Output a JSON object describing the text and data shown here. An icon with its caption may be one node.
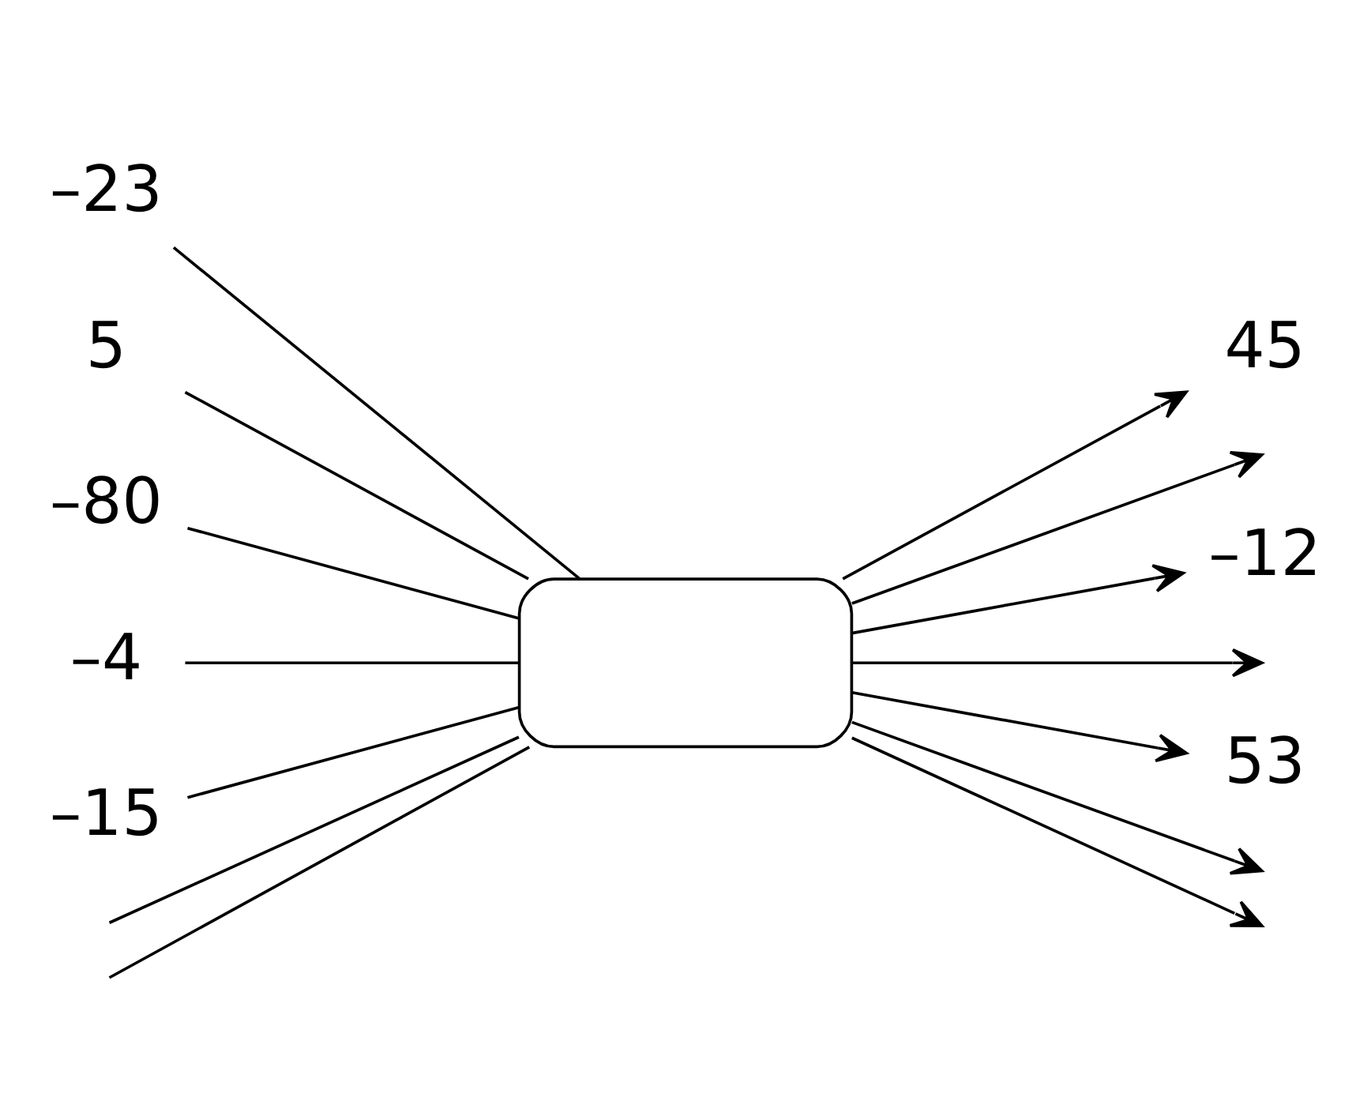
{
  "diagram": {
    "nodes": [
      {
        "text": [],
        "shape": "box"
      },
      {
        "text": [
          "–23"
        ]
      },
      {
        "text": [
          "5"
        ]
      },
      {
        "text": [
          "–80"
        ]
      },
      {
        "text": [
          "–4"
        ]
      },
      {
        "text": [
          "–15"
        ]
      },
      {
        "text": [
          "45"
        ]
      },
      {
        "text": [
          "–12"
        ]
      },
      {
        "text": [
          "53"
        ]
      }
    ],
    "edges": [
      {
        "from": 1,
        "to": 0,
        "arrow": "none"
      },
      {
        "from": 2,
        "to": 0,
        "arrow": "none"
      },
      {
        "from": 3,
        "to": 0,
        "arrow": "none"
      },
      {
        "from": 4,
        "to": 0,
        "arrow": "none"
      },
      {
        "from": 5,
        "to": 0,
        "arrow": "none"
      },
      {
        "from": null,
        "to": 0,
        "arrow": "none"
      },
      {
        "from": null,
        "to": 0,
        "arrow": "none"
      },
      {
        "from": 0,
        "to": 6,
        "arrow": "to"
      },
      {
        "from": 0,
        "to": null,
        "arrow": "to"
      },
      {
        "from": 0,
        "to": 7,
        "arrow": "to"
      },
      {
        "from": 0,
        "to": null,
        "arrow": "to"
      },
      {
        "from": 0,
        "to": 8,
        "arrow": "to"
      },
      {
        "from": 0,
        "to": null,
        "arrow": "to"
      },
      {
        "from": 0,
        "to": null,
        "arrow": "to"
      }
    ]
  }
}
